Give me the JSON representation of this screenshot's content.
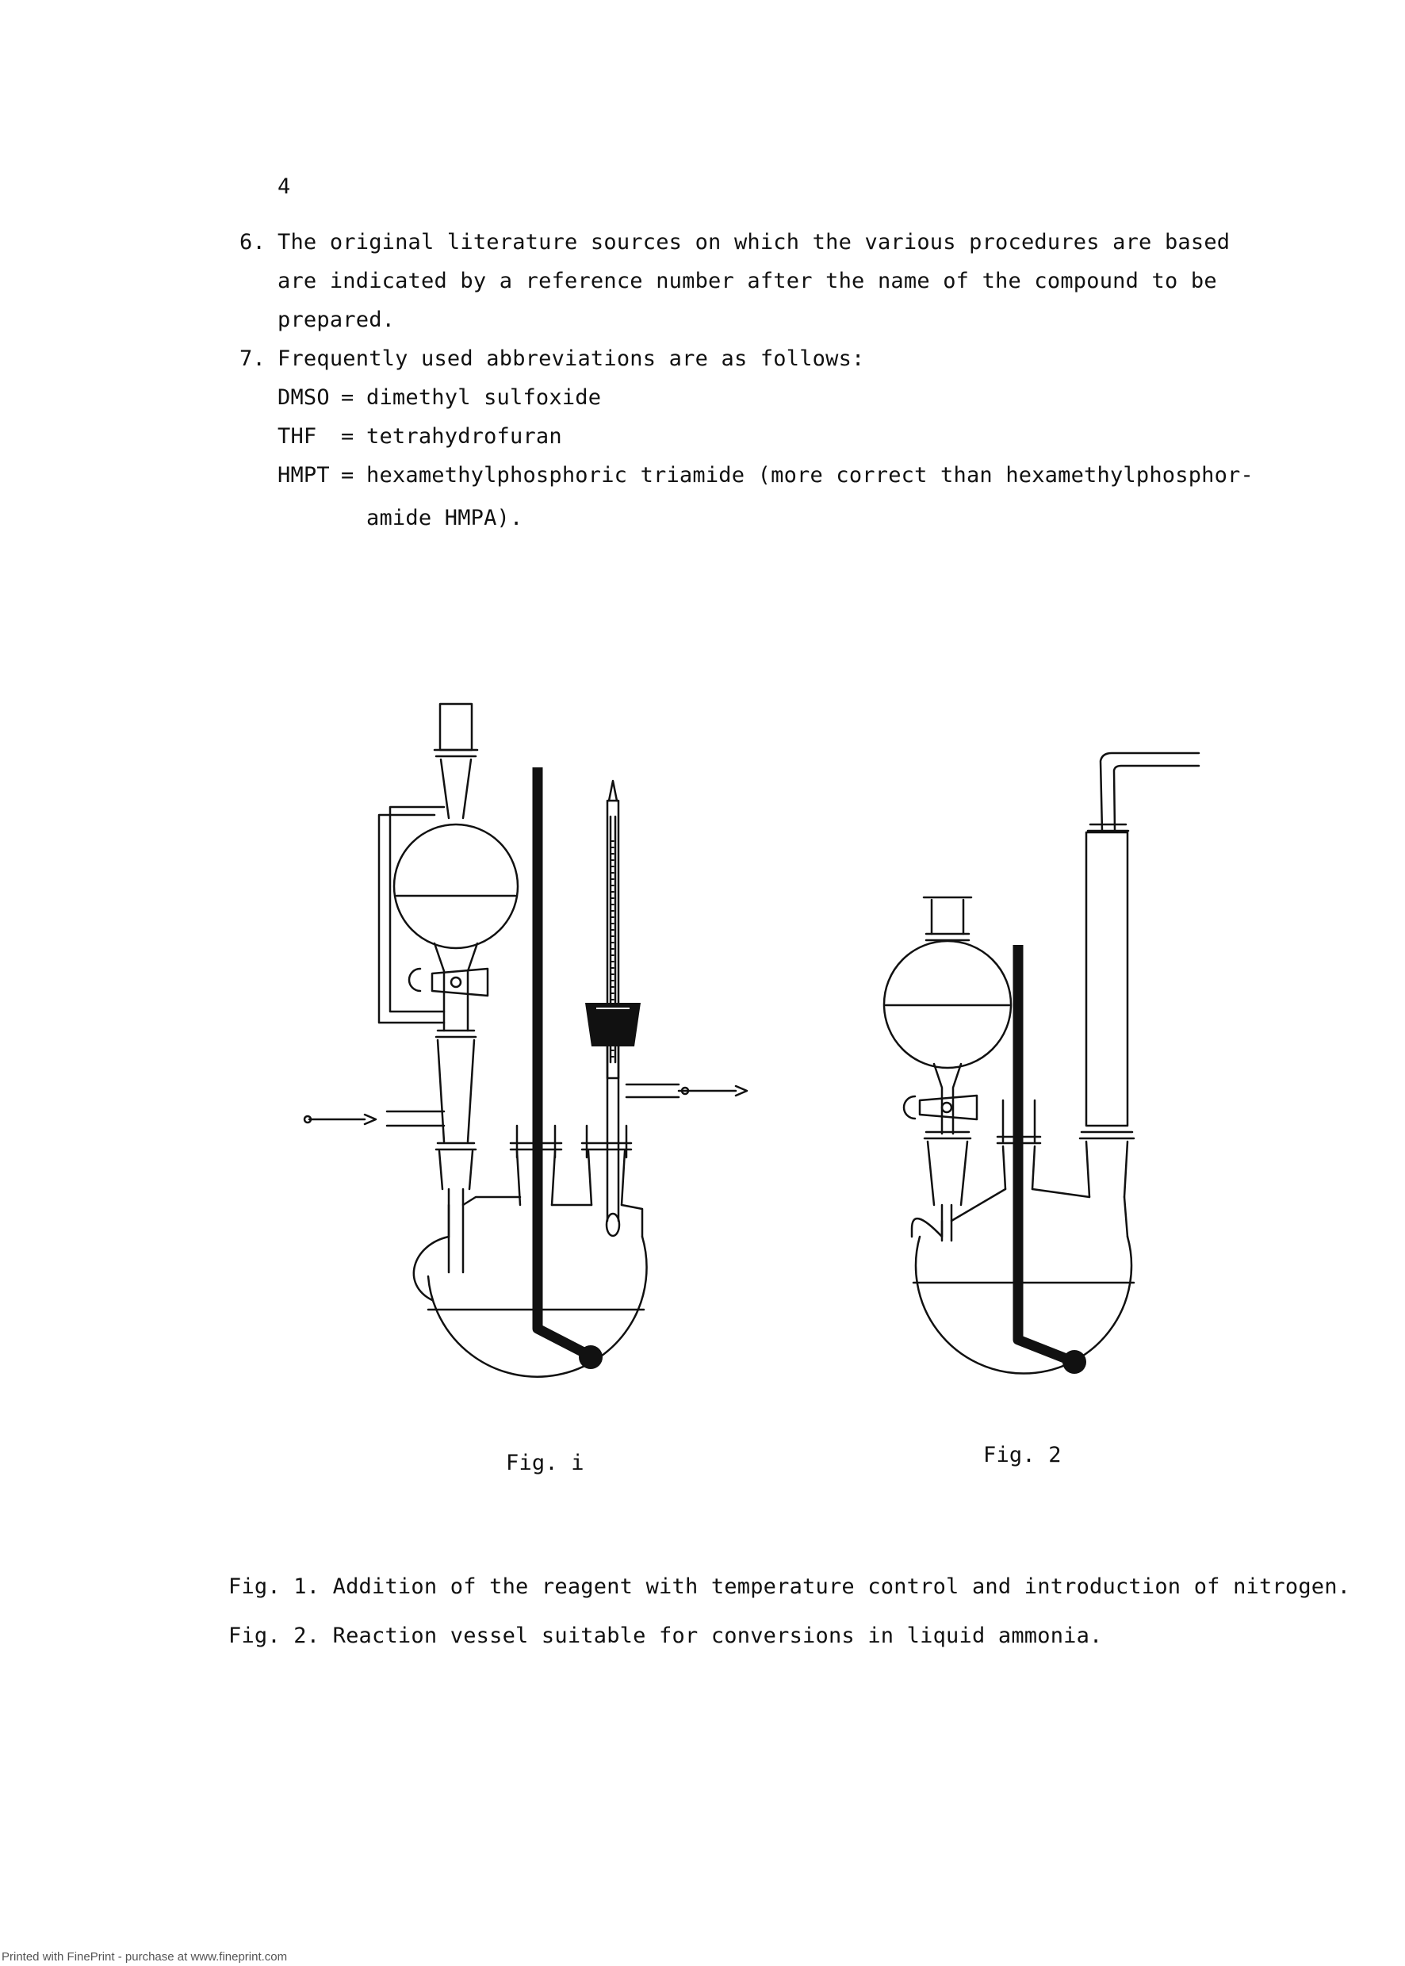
{
  "page_number": "4",
  "items": [
    {
      "num": "6.",
      "lines": [
        "The original literature sources on which the various procedures are based",
        "are indicated by a reference number after the name of the compound to be",
        "prepared."
      ]
    },
    {
      "num": "7.",
      "lines": [
        "Frequently used abbreviations are as follows:"
      ]
    }
  ],
  "abbreviations": [
    {
      "abbr": "DMSO",
      "sep": "=",
      "definition": "dimethyl sulfoxide"
    },
    {
      "abbr": "THF",
      "sep": "=",
      "definition": "tetrahydrofuran"
    },
    {
      "abbr": "HMPT",
      "sep": "=",
      "definition": "hexamethylphosphoric triamide (more correct than hexamethylphosphor-",
      "continuation": "amide HMPA)."
    }
  ],
  "figures": [
    {
      "label": "Fig. i"
    },
    {
      "label": "Fig. 2"
    }
  ],
  "captions": [
    "Fig. 1. Addition of the reagent with temperature control and introduction of nitrogen.",
    "Fig. 2. Reaction vessel suitable for conversions in liquid ammonia."
  ],
  "footer": "Printed with FinePrint - purchase at www.fineprint.com"
}
